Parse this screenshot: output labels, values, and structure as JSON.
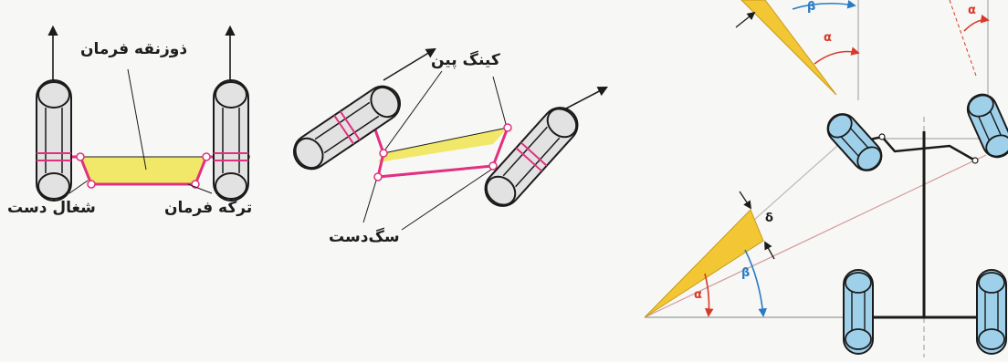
{
  "labels": {
    "steering_trapezoid": "ذوزنقه فرمان",
    "tie_rod": "ترکه فرمان",
    "steering_arm": "شغال دست",
    "king_pin": "کینگ پین",
    "knuckle_arm": "سگ‌دست"
  },
  "angle_symbols": {
    "alpha": "α",
    "beta": "β",
    "delta": "δ"
  },
  "colors": {
    "trapezoid_fill": "#f1e86a",
    "linkage": "#e0307f",
    "tire_fill": "#e2e2e2",
    "tire_fill_blue": "#9fd0ea",
    "outline": "#1b1b1b",
    "wedge_fill": "#f2c733",
    "alpha_arc": "#d83a2a",
    "beta_arc": "#2a7bc4",
    "construction_line": "#c98c8c",
    "axis_line": "#9a9a9a"
  }
}
